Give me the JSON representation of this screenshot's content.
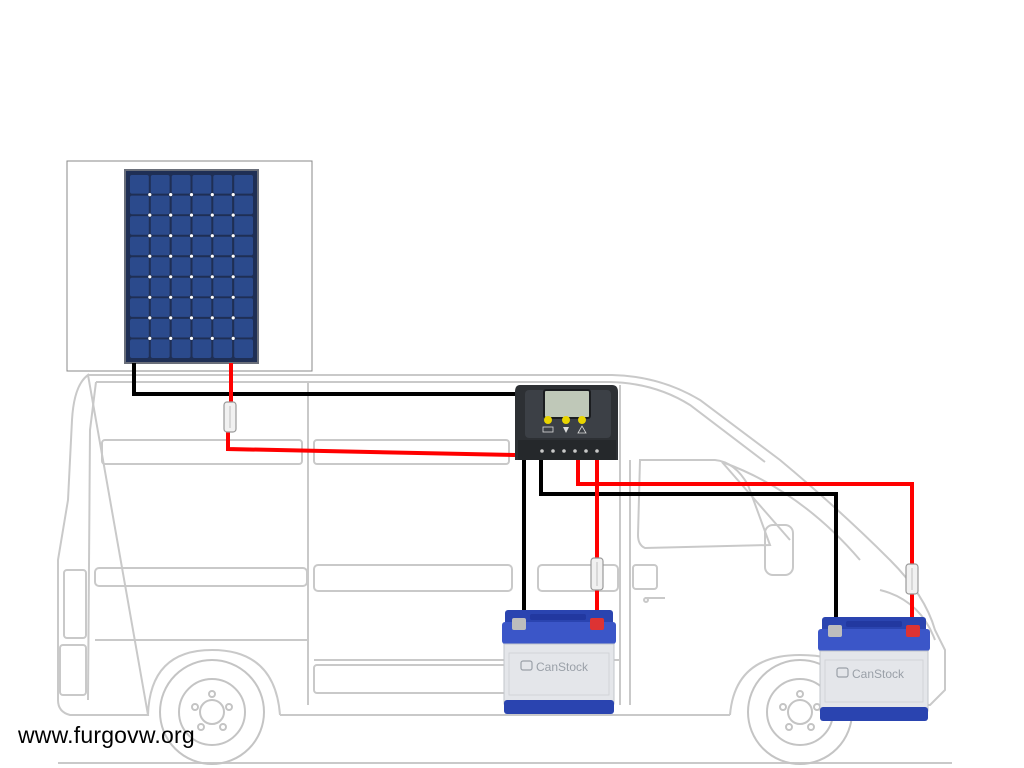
{
  "website": "www.furgovw.org",
  "battery_brand": "CanStock",
  "colors": {
    "positive_wire": "#ff0000",
    "negative_wire": "#000000",
    "van_outline": "#c8c8c8",
    "panel_cell": "#2b4a8c",
    "battery_body": "#e4e6ea",
    "battery_top": "#2a44b0",
    "controller_body": "#2d3034",
    "controller_display": "#bfc8b8",
    "controller_button": "#e8d400"
  },
  "components": {
    "solar_panel": "solar-panel-icon",
    "charge_controller": "charge-controller-icon",
    "battery_1": "car-battery-icon",
    "battery_2": "car-battery-icon",
    "fuses": "inline-fuse-icon",
    "van": "camper-van-outline"
  }
}
